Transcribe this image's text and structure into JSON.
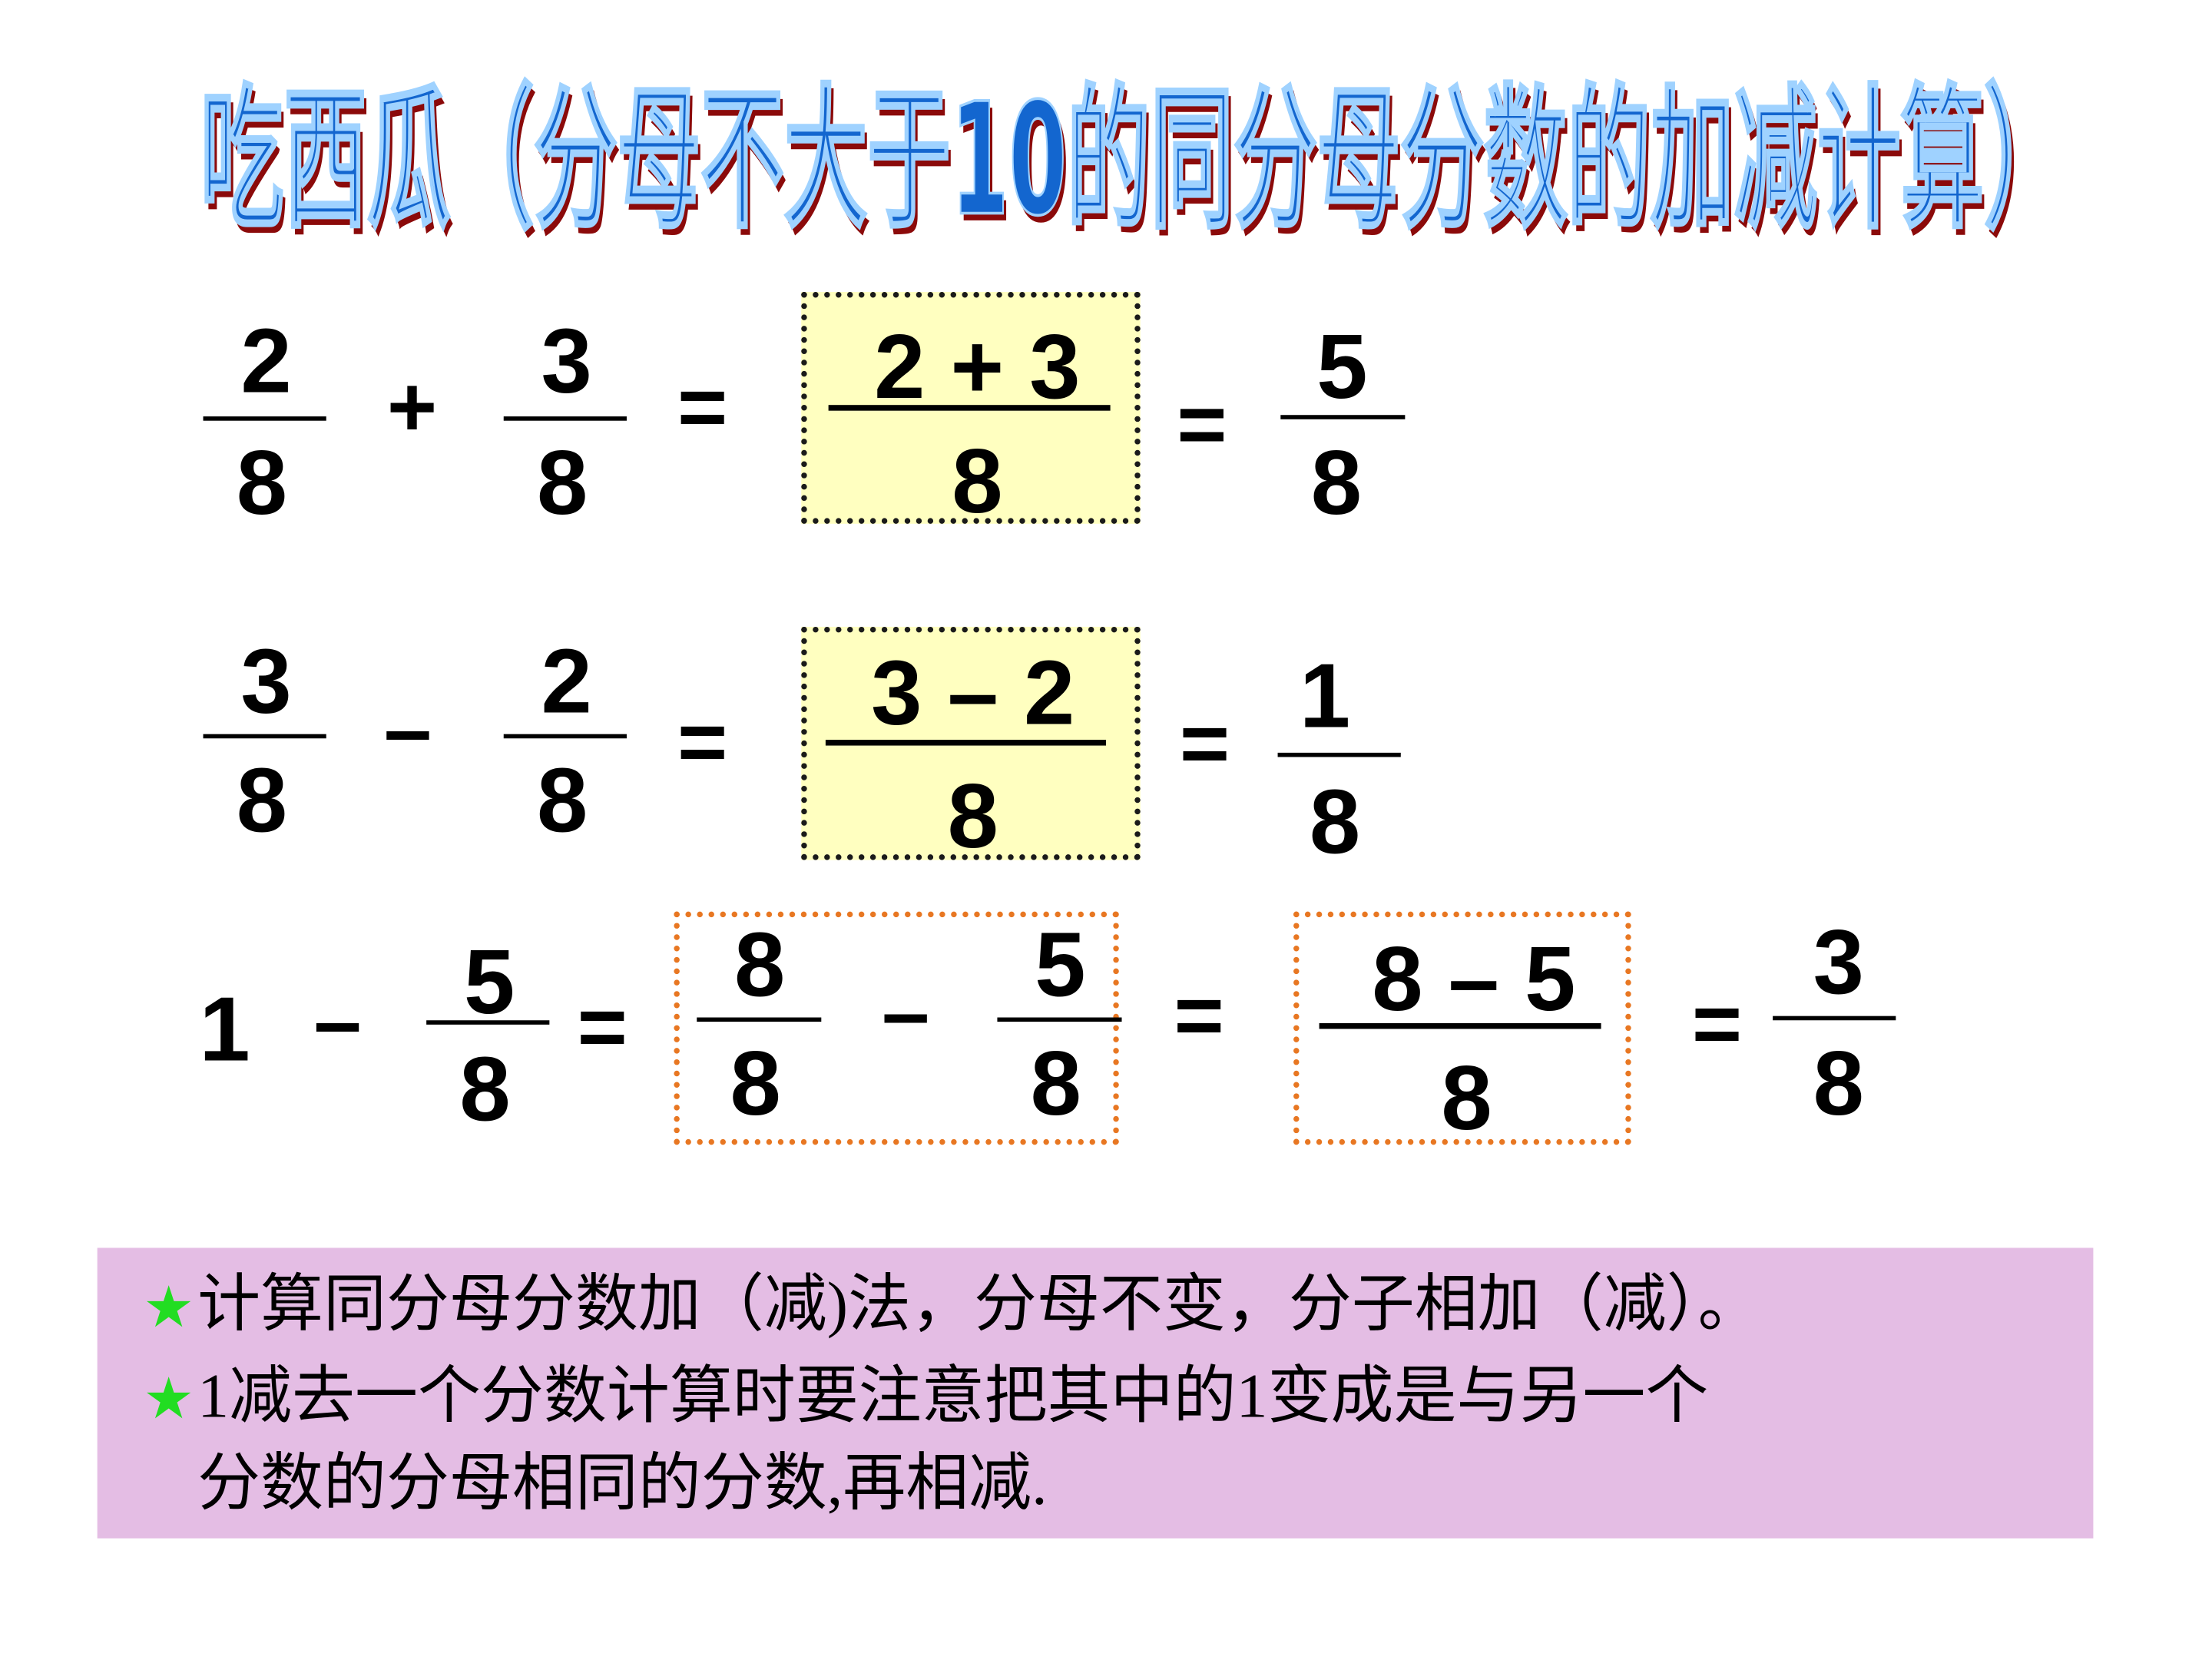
{
  "title": "吃西瓜（分母不大于10的同分母分数的加减计算）",
  "colors": {
    "title": "#1366cf",
    "title_shadow": "#8b0a0a",
    "step_box": "#ffffc0",
    "orange_box": "#e87722",
    "notes_bg": "#e4bde4",
    "star": "#22dd22"
  },
  "eq1": {
    "a_num": "2",
    "a_den": "8",
    "op": "+",
    "b_num": "3",
    "b_den": "8",
    "eq": "=",
    "step_num": "2 + 3",
    "step_den": "8",
    "eq2": "=",
    "res_num": "5",
    "res_den": "8"
  },
  "eq2": {
    "a_num": "3",
    "a_den": "8",
    "op": "–",
    "b_num": "2",
    "b_den": "8",
    "eq": "=",
    "step_num": "3 – 2",
    "step_den": "8",
    "eq2": "=",
    "res_num": "1",
    "res_den": "8"
  },
  "eq3": {
    "whole": "1",
    "op": "–",
    "a_num": "5",
    "a_den": "8",
    "eq": "=",
    "s1_a_num": "8",
    "s1_a_den": "8",
    "s1_op": "–",
    "s1_b_num": "5",
    "s1_b_den": "8",
    "eq2": "=",
    "s2_num": "8 – 5",
    "s2_den": "8",
    "eq3": "=",
    "res_num": "3",
    "res_den": "8"
  },
  "notes": {
    "bullet": "★",
    "line1": "计算同分母分数加（减)法，分母不变，分子相加（减）。",
    "line2": "1减去一个分数计算时要注意把其中的1变成是与另一个",
    "line3": "分数的分母相同的分数,再相减."
  }
}
